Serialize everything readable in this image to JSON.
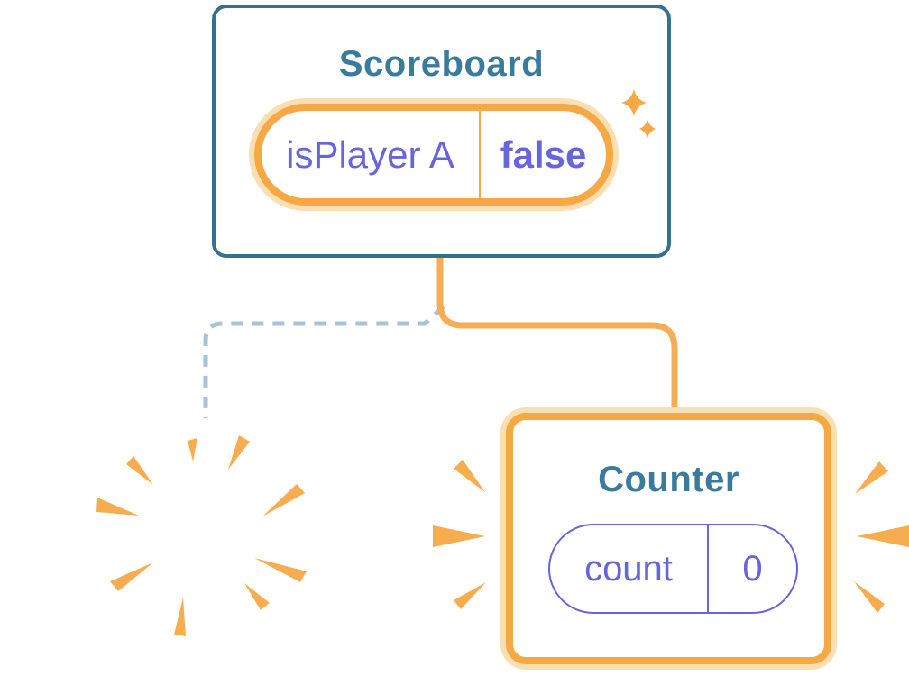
{
  "colors": {
    "card_border_blue": "#35708E",
    "title_teal": "#3A7A9A",
    "purple": "#6765DC",
    "orange": "#F5A843",
    "orange_light": "#FBDFB2",
    "orange_line": "#F7AD53",
    "dash_blue": "#A6C3DA",
    "wedge_orange": "#F6AC4F",
    "sparkle_orange": "#F6A746"
  },
  "scoreboard": {
    "title": "Scoreboard",
    "state": {
      "key": "isPlayer A",
      "value": "false"
    }
  },
  "counter": {
    "title": "Counter",
    "state": {
      "key": "count",
      "value": "0"
    }
  },
  "icons": {
    "sparkles": "sparkles-icon",
    "poof": "poof-explosion-icon",
    "emphasis": "emphasis-rays-icon"
  },
  "connectors": {
    "solid": "scoreboard-to-counter",
    "dashed": "scoreboard-to-destroyed"
  }
}
